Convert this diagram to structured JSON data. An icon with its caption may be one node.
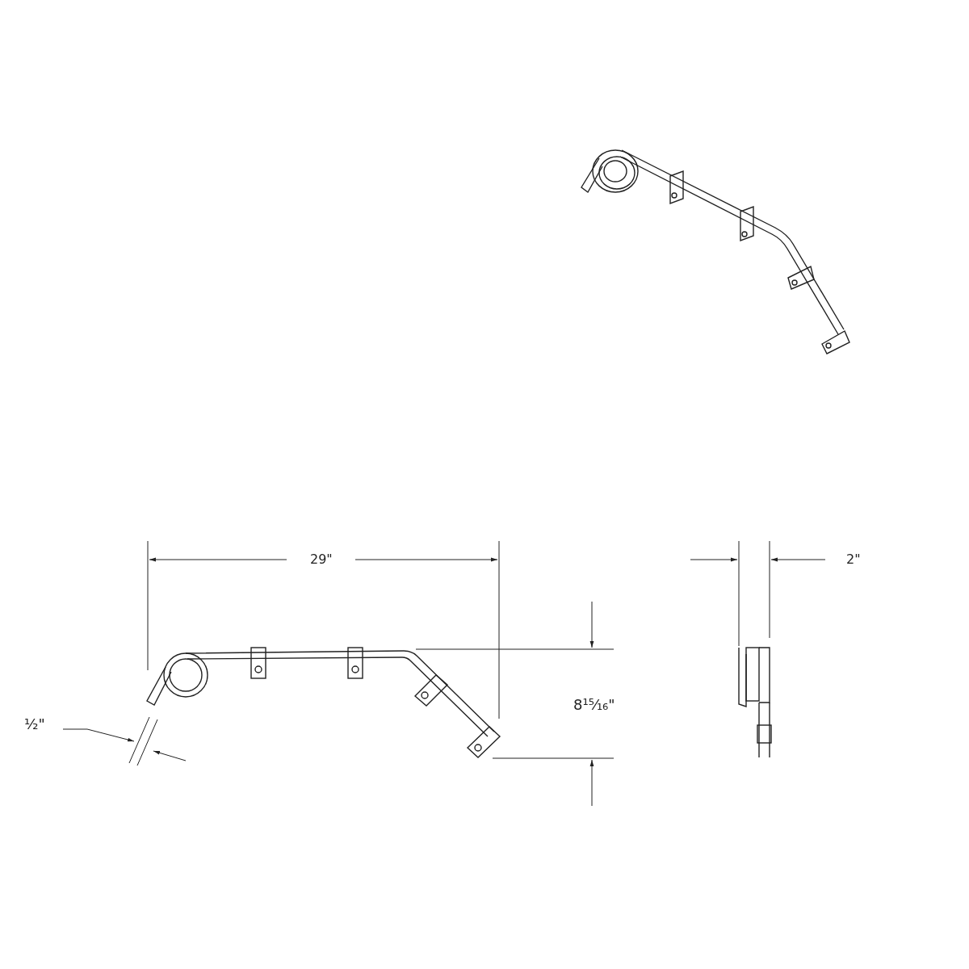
{
  "diagram": {
    "labels": [
      "29\"",
      "2\"",
      "8¹⁵⁄₁₆\"",
      "½\""
    ]
  }
}
